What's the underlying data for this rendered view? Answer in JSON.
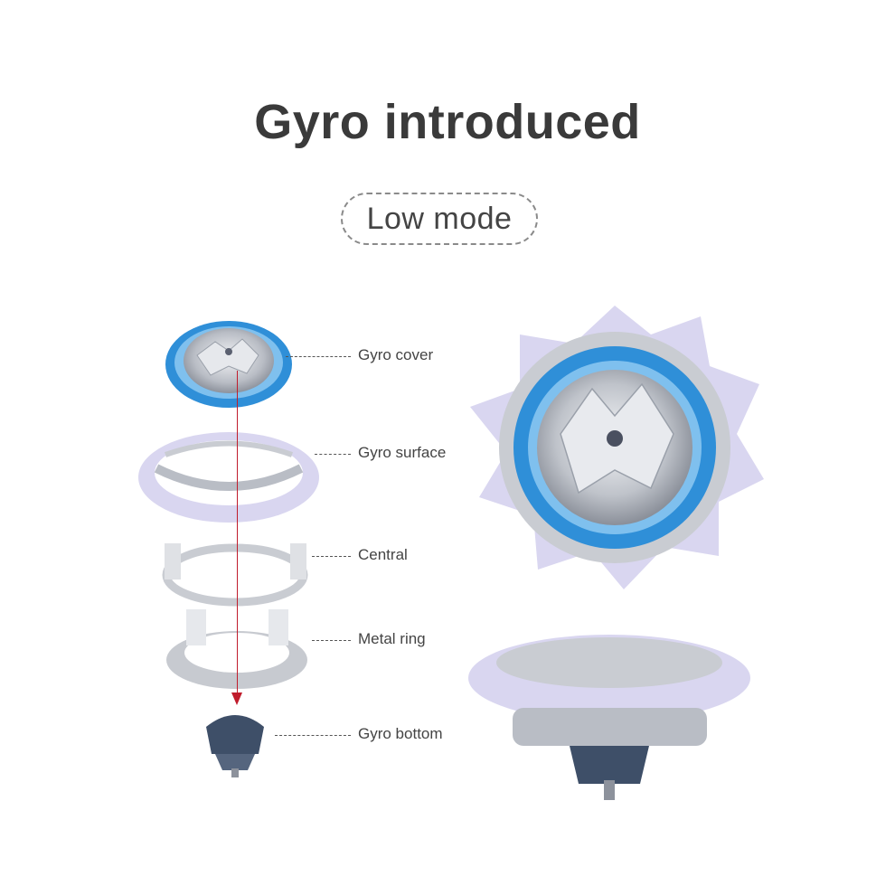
{
  "heading": "Gyro introduced",
  "mode": "Low mode",
  "parts": [
    {
      "label": "Gyro cover"
    },
    {
      "label": "Gyro surface"
    },
    {
      "label": "Central"
    },
    {
      "label": "Metal ring"
    },
    {
      "label": "Gyro bottom"
    }
  ],
  "colors": {
    "accent_blue": "#2f8fd8",
    "silver": "#c9ccd2",
    "lavender": "#d9d6f0",
    "dark_base": "#3e4f68",
    "arrow_red": "#c01c2c"
  }
}
